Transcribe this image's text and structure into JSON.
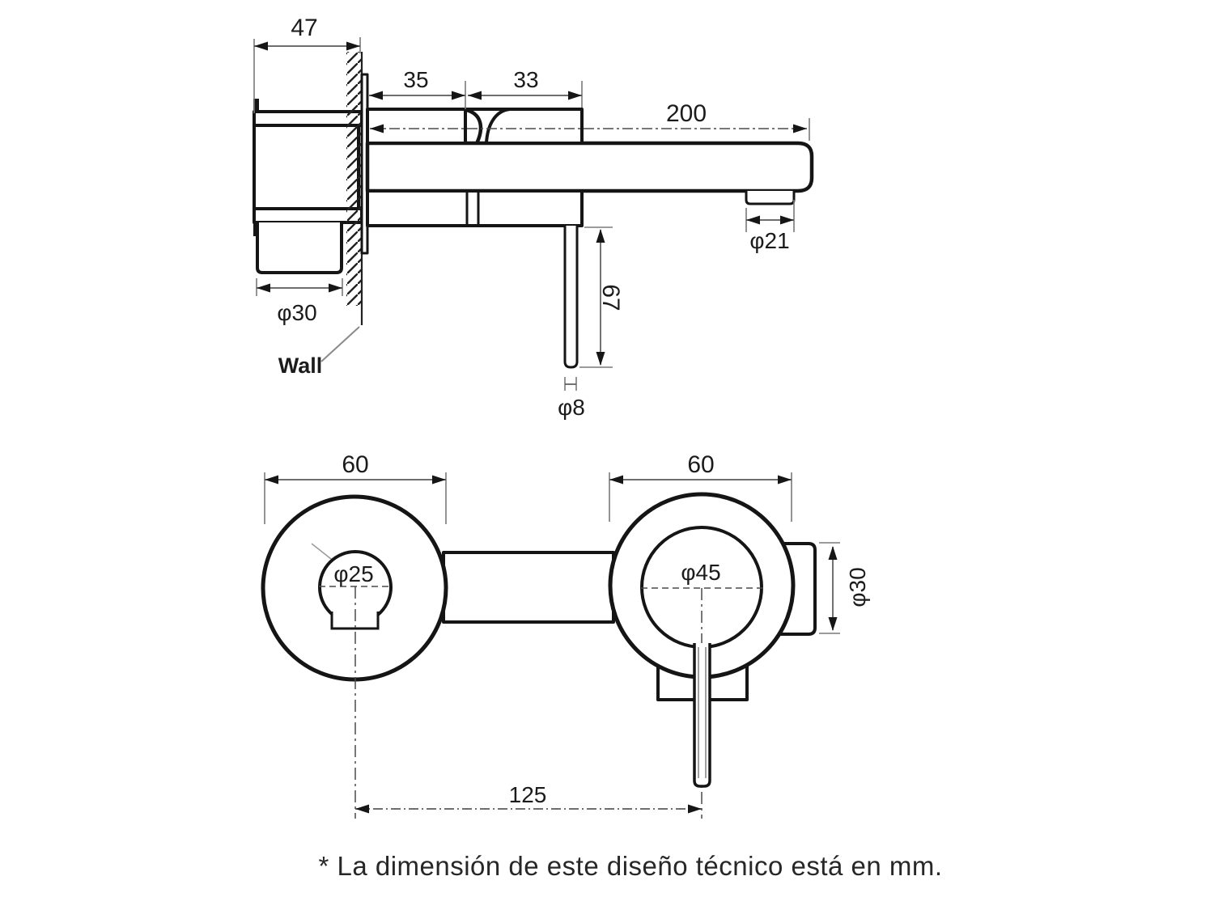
{
  "footnote": "* La dimensión de este diseño técnico está en mm.",
  "side_view": {
    "wall_label": "Wall",
    "dims": {
      "behind_wall_depth": "47",
      "body_front_section": "35",
      "body_back_section": "33",
      "spout_reach": "200",
      "aerator_width": "φ21",
      "inwall_box_width": "φ30",
      "handle_drop": "67",
      "handle_stem_diameter": "φ8"
    }
  },
  "front_view": {
    "dims": {
      "spout_escutcheon_diameter": "60",
      "handle_escutcheon_diameter": "60",
      "spout_base_diameter": "φ25",
      "handle_base_diameter": "φ45",
      "side_cap_diameter": "φ30",
      "centers_distance": "125"
    }
  }
}
